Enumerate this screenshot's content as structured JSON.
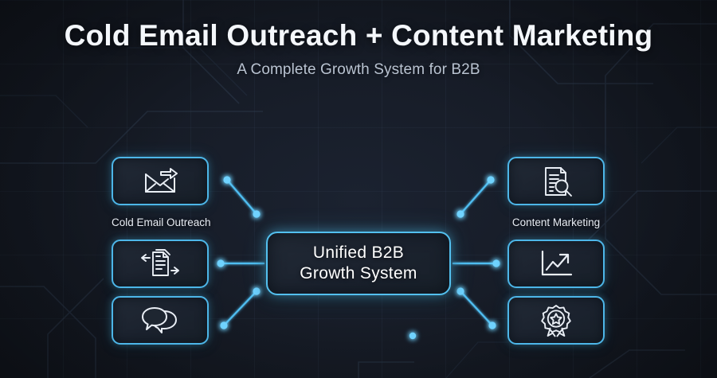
{
  "header": {
    "title": "Cold Email Outreach + Content Marketing",
    "subtitle": "A Complete Growth System for B2B"
  },
  "center": {
    "line1": "Unified B2B",
    "line2": "Growth System"
  },
  "groups": {
    "left_label": "Cold Email Outreach",
    "right_label": "Content Marketing"
  },
  "left_nodes": [
    {
      "icon": "envelope-send-icon"
    },
    {
      "icon": "document-exchange-icon"
    },
    {
      "icon": "speech-bubbles-icon"
    }
  ],
  "right_nodes": [
    {
      "icon": "document-search-icon"
    },
    {
      "icon": "growth-chart-icon"
    },
    {
      "icon": "award-badge-icon"
    }
  ],
  "colors": {
    "accent": "#4db6e8",
    "accent_bright": "#6fd3ff",
    "background": "#161c26",
    "node_fill": "#1e2631",
    "title_text": "#f4f7fb",
    "subtitle_text": "#b9c3d1",
    "icon_stroke": "#e9eef5"
  }
}
